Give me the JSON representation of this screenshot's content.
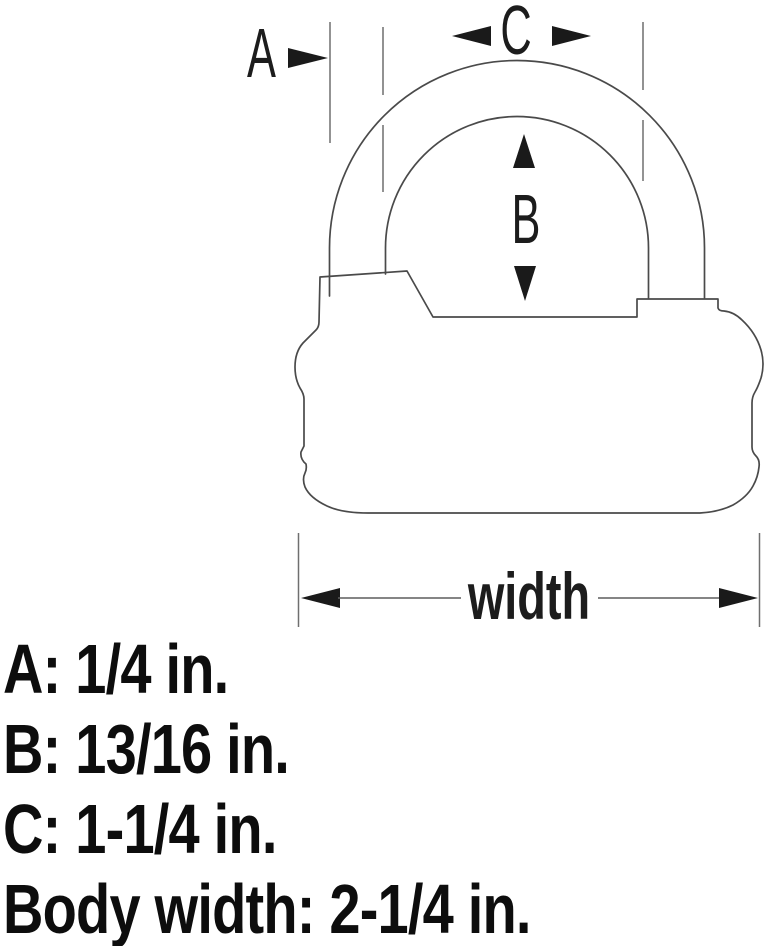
{
  "colors": {
    "background": "#ffffff",
    "ink": "#1a1a1a",
    "outline": "#4a4a4a",
    "dimension_line": "#6f6f6f"
  },
  "diagram": {
    "label_a": "A",
    "label_b": "B",
    "label_c": "C",
    "label_width": "width"
  },
  "legend": {
    "lines": [
      "A: 1/4 in.",
      "B: 13/16 in.",
      "C: 1-1/4 in.",
      "Body width: 2-1/4 in."
    ]
  }
}
